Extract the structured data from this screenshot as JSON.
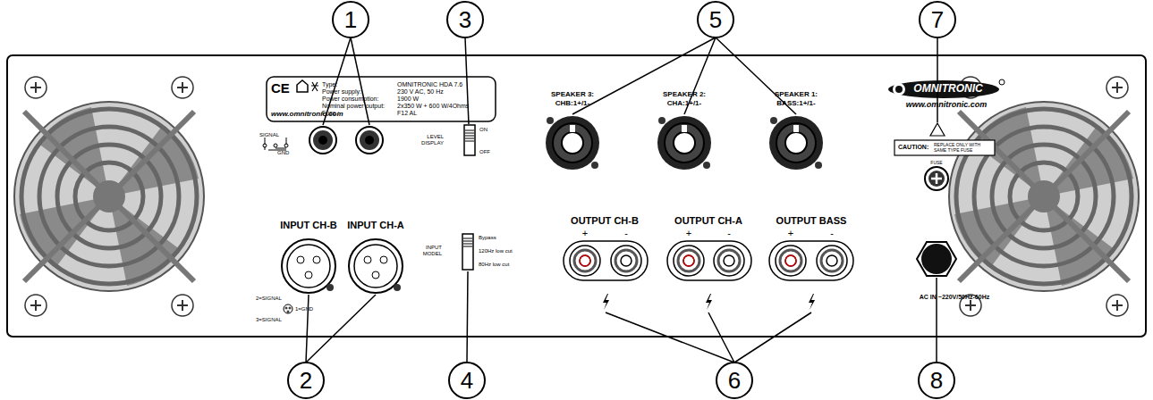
{
  "diagram": {
    "labels": [
      "1",
      "3",
      "5",
      "7",
      "2",
      "4",
      "6",
      "8",
      "Type:",
      "Power supply:",
      "Power consumption:",
      "Nominal power output:",
      "Fuse :",
      "OMNITRONIC HDA 7.6",
      "230 V AC, 50 Hz",
      "1900 W",
      "2x350 W + 600 W/4Ohms",
      "F12 AL",
      "www.omnitronic.com",
      "CE",
      "SIGNAL",
      "GND",
      "INPUT CH-B",
      "INPUT CH-A",
      "2=SIGNAL",
      "1=GND",
      "3=SIGNAL",
      "LEVEL DISPLAY",
      "ON",
      "OFF",
      "INPUT MODEL",
      "Bypass",
      "120Hz low cut",
      "80Hz low cut",
      "SPEAKER 3:",
      "CHB:1+/1-",
      "SPEAKER 2:",
      "CHA:1+/1-",
      "SPEAKER 1:",
      "BASS:1+/1-",
      "OUTPUT CH-B",
      "+",
      "-",
      "OUTPUT CH-A",
      "+",
      "-",
      "OUTPUT BASS",
      "+",
      "-",
      "OMNITRONIC",
      "www.omnitronic.com",
      "CAUTION:",
      "REPLACE ONLY WITH SAME TYPE FUSE",
      "FUSE",
      "AC IN ~220V/50Hz-60Hz"
    ]
  }
}
